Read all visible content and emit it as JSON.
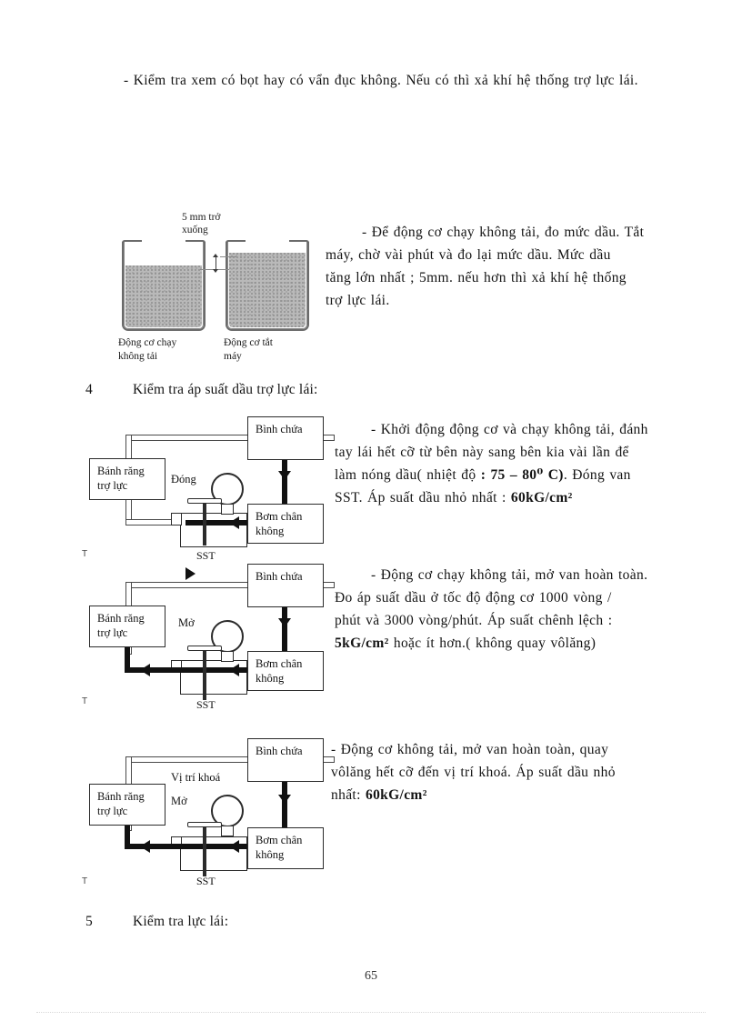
{
  "document": {
    "page_number": "65"
  },
  "paragraphs": {
    "p1": "- Kiểm tra xem có bọt hay  có vẩn đục không. Nếu có thì xả khí hệ thống trợ lực lái.",
    "p2_line1": "- Để động cơ chạy không tải, đo mức dầu. Tắt",
    "p2_line2": "máy, chờ vài phút và đo lại mức dầu. Mức dầu",
    "p2_line3": "tăng lớn nhất ; 5mm. nếu hơn thì xả khí hệ thống",
    "p2_line4": "trợ lực lái."
  },
  "headings": {
    "h4_num": "4",
    "h4_text": "Kiểm tra áp suất dầu trợ lực lái:",
    "h5_num": "5",
    "h5_text": "Kiểm tra lực lái:"
  },
  "tank_figure": {
    "gap_label_line1": "5 mm trở",
    "gap_label_line2": "xuống",
    "left_caption_line1": "Động cơ chạy",
    "left_caption_line2": "không tải",
    "right_caption_line1": "Động cơ tắt",
    "right_caption_line2": "máy"
  },
  "circuits": [
    {
      "id": "circuit-1",
      "gearbox_line1": "Bánh răng",
      "gearbox_line2": "trợ lực",
      "reservoir": "Bình chứa",
      "pump_line1": "Bơm chân",
      "pump_line2": "không",
      "valve_state": "Đóng",
      "sst": "SST",
      "tmark": "T",
      "text_line1": "- Khởi động động cơ và chạy không tải, đánh",
      "text_line2": "tay lái hết cỡ từ bên này sang bên kia vài lần để",
      "text_line3_a": "làm nóng dầu( nhiệt độ ",
      "text_line3_b": ": 75 – 80⁰ C)",
      "text_line3_c": ". Đóng van",
      "text_line4_a": "SST. Áp suất dầu nhỏ nhất : ",
      "text_line4_b": "60kG/cm²"
    },
    {
      "id": "circuit-2",
      "gearbox_line1": "Bánh răng",
      "gearbox_line2": "trợ lực",
      "reservoir": "Bình chứa",
      "pump_line1": "Bơm chân",
      "pump_line2": "không",
      "valve_state": "Mở",
      "sst": "SST",
      "tmark": "T",
      "text_line1": "- Động cơ chạy không tải, mở van hoàn toàn.",
      "text_line2": "Đo áp suất dầu ở tốc độ động cơ 1000 vòng /",
      "text_line3": "phút và 3000 vòng/phút. Áp suất chênh lệch :",
      "text_line4_a": "5kG/cm²",
      "text_line4_b": " hoặc ít hơn.( không quay vôlăng)"
    },
    {
      "id": "circuit-3",
      "gearbox_line1": "Bánh răng",
      "gearbox_line2": "trợ lực",
      "reservoir": "Bình chứa",
      "pump_line1": "Bơm chân",
      "pump_line2": "không",
      "valve_state": "Mở",
      "lock_label": "Vị trí khoá",
      "sst": "SST",
      "tmark": "T",
      "text_line1": "- Động cơ không tải, mở van hoàn toàn, quay",
      "text_line2": "vôlăng hết cỡ đến vị trí khoá. Áp suất dầu nhỏ",
      "text_line3_a": "nhất: ",
      "text_line3_b": "60kG/cm²"
    }
  ],
  "colors": {
    "ink": "#141414",
    "line": "#2b2b2b",
    "oil_fill": "#b9b9b9",
    "thin_pipe": "#4a4a4a"
  }
}
